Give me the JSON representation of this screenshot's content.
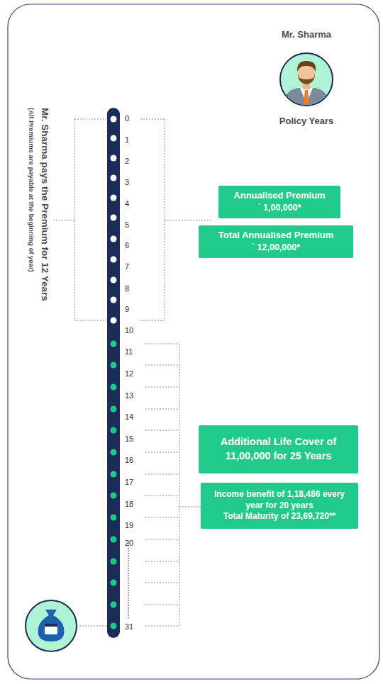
{
  "diagram": {
    "nodes": [
      {
        "text": [
          "Annualised Premium",
          "` 1,00,000*"
        ]
      },
      {
        "text": [
          "Total Annualised Premium",
          "` 12,00,000*"
        ]
      },
      {
        "text": [
          "Additional Life Cover of 11,00,000 for 25 Years"
        ]
      },
      {
        "text": [
          "Income benefit of 1,18,486 every year for 20 years",
          "Total Maturity of 23,69,720**"
        ]
      }
    ],
    "labels": [
      "Mr. Sharma",
      "Policy Years",
      "Mr. Sharma pays the Premium for 12 Years",
      "(All Premiums are payable at the beginning of year)",
      "0",
      "1",
      "2",
      "3",
      "4",
      "5",
      "6",
      "7",
      "8",
      "9",
      "10",
      "11",
      "12",
      "13",
      "14",
      "15",
      "16",
      "17",
      "18",
      "19",
      "20",
      "31"
    ]
  }
}
